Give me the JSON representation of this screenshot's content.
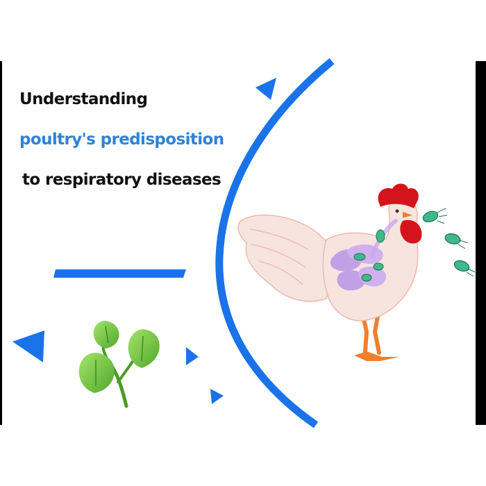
{
  "slide": {
    "headline": {
      "line1": "Understanding",
      "line2": "poultry's predisposition",
      "line3": "to respiratory diseases"
    }
  },
  "colors": {
    "accent_blue": "#1a73e8",
    "highlight_text": "#2f82d6",
    "heading_text": "#111111",
    "comb_red": "#d4141c",
    "feather_pink": "#f8e4df",
    "leaf_green": "#5fbf37",
    "lung_purple": "#b895e8",
    "bacteria_green": "#3fb98a",
    "leg_orange": "#f07f2c"
  },
  "icons": [
    "triangle-icon",
    "leaf-icon",
    "chicken-illustration",
    "bacteria-icon",
    "lungs-icon"
  ]
}
